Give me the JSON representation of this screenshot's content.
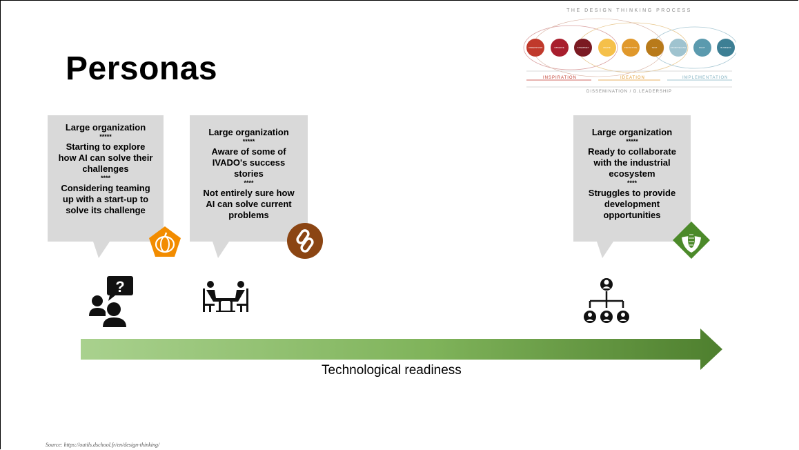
{
  "slide": {
    "title": "Personas",
    "source": "Source: https://outils.dschool.fr/en/design-thinking/"
  },
  "design_thinking_graphic": {
    "title": "THE DESIGN THINKING PROCESS",
    "steps": [
      {
        "label": "UNDERSTAND",
        "color": "#c0392b"
      },
      {
        "label": "OBSERVE",
        "color": "#a81e2d"
      },
      {
        "label": "INTERPRET",
        "color": "#7b1a22"
      },
      {
        "label": "IDEATE",
        "color": "#f5c04a"
      },
      {
        "label": "PROTOTYPE",
        "color": "#e0982b"
      },
      {
        "label": "TEST",
        "color": "#b87a1a"
      },
      {
        "label": "STORYTELLING",
        "color": "#9fc3cf"
      },
      {
        "label": "PILOT",
        "color": "#5b9aae"
      },
      {
        "label": "BUSINESS MODEL",
        "color": "#3d7f94"
      }
    ],
    "phases": {
      "inspiration": "INSPIRATION",
      "ideation": "IDEATION",
      "implementation": "IMPLEMENTATION"
    },
    "footer": "DISSEMINATION / D.LEADERSHIP"
  },
  "personas": [
    {
      "heading": "Large organization",
      "sep1": "*****",
      "line1": "Starting to explore how AI can solve their challenges",
      "sep2": "****",
      "line2": "Considering teaming up with a start-up to solve its challenge",
      "badge_icon": "pumpkin-icon",
      "badge_color": "#f28c00",
      "person_icon": "user-question-icon"
    },
    {
      "heading": "Large organization",
      "sep1": "*****",
      "line1": "Aware of some of IVADO's success stories",
      "sep2": "****",
      "line2": "Not entirely sure how AI can solve current problems",
      "badge_icon": "chain-link-icon",
      "badge_color": "#8b4513",
      "person_icon": "meeting-table-icon"
    },
    {
      "heading": "Large organization",
      "sep1": "*****",
      "line1": "Ready to collaborate with the industrial ecosystem",
      "sep2": "****",
      "line2": "Struggles to provide development opportunities",
      "badge_icon": "corn-icon",
      "badge_color": "#4c8a2a",
      "person_icon": "org-chart-icon"
    }
  ],
  "readiness_arrow": {
    "label": "Technological readiness",
    "color_start": "#a9d18e",
    "color_end": "#4e7f2e"
  }
}
